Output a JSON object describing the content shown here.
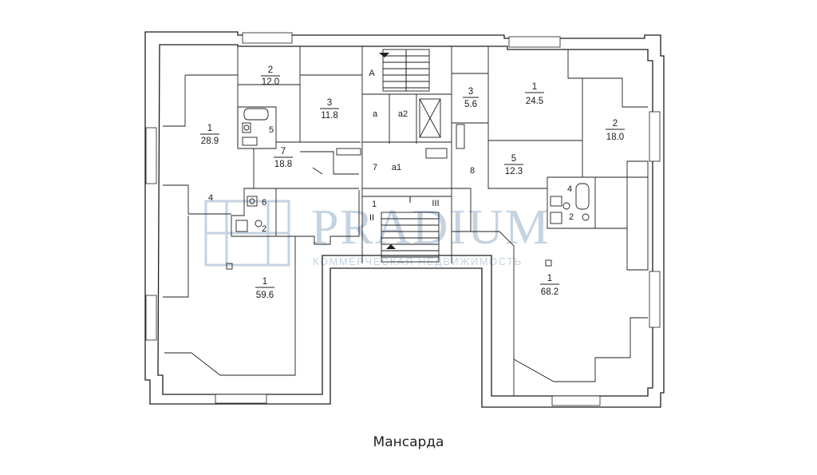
{
  "caption": "Мансарда",
  "watermark": {
    "brand": "PRADIUM",
    "tagline": "КОММЕРЧЕСКАЯ НЕДВИЖИМОСТЬ",
    "color": "#c5d3e1"
  },
  "rooms": {
    "r_12_0": {
      "num": "2",
      "area": "12.0"
    },
    "r_11_8": {
      "num": "3",
      "area": "11.8"
    },
    "r_28_9": {
      "num": "1",
      "area": "28.9"
    },
    "r_18_8": {
      "num": "7",
      "area": "18.8"
    },
    "r_5_6": {
      "num": "3",
      "area": "5.6"
    },
    "r_24_5": {
      "num": "1",
      "area": "24.5"
    },
    "r_18_0": {
      "num": "2",
      "area": "18.0"
    },
    "r_12_3": {
      "num": "5",
      "area": "12.3"
    },
    "r_59_6": {
      "num": "1",
      "area": "59.6"
    },
    "r_68_2": {
      "num": "1",
      "area": "68.2"
    }
  },
  "labels": {
    "A": "A",
    "a": "a",
    "a2": "a2",
    "a1": "a1",
    "n7": "7",
    "n8": "8",
    "n4": "4",
    "n5": "5",
    "n6": "6",
    "n2_left": "2",
    "n4_right": "4",
    "n2_right": "2",
    "n1_stair": "1",
    "rom_I": "I",
    "rom_II": "II",
    "rom_III": "III"
  }
}
